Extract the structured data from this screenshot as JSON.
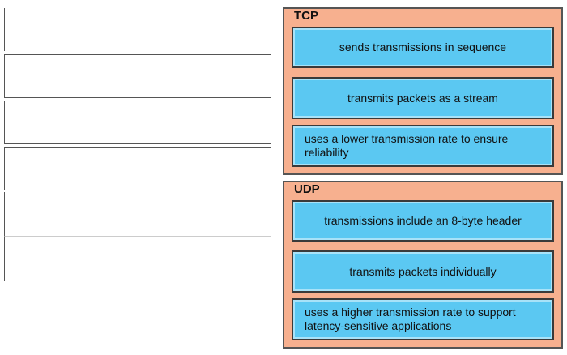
{
  "slots": [
    "",
    "",
    "",
    "",
    "",
    ""
  ],
  "tcp": {
    "title": "TCP",
    "items": [
      "sends transmissions in sequence",
      "transmits packets as a stream",
      "uses a lower transmission rate to ensure reliability"
    ]
  },
  "udp": {
    "title": "UDP",
    "items": [
      "transmissions include an 8-byte header",
      "transmits packets individually",
      "uses a higher transmission rate to support latency-sensitive applications"
    ]
  },
  "colors": {
    "panel_bg": "#f7b08f",
    "item_bg": "#5bc8f2",
    "border": "#555555"
  }
}
